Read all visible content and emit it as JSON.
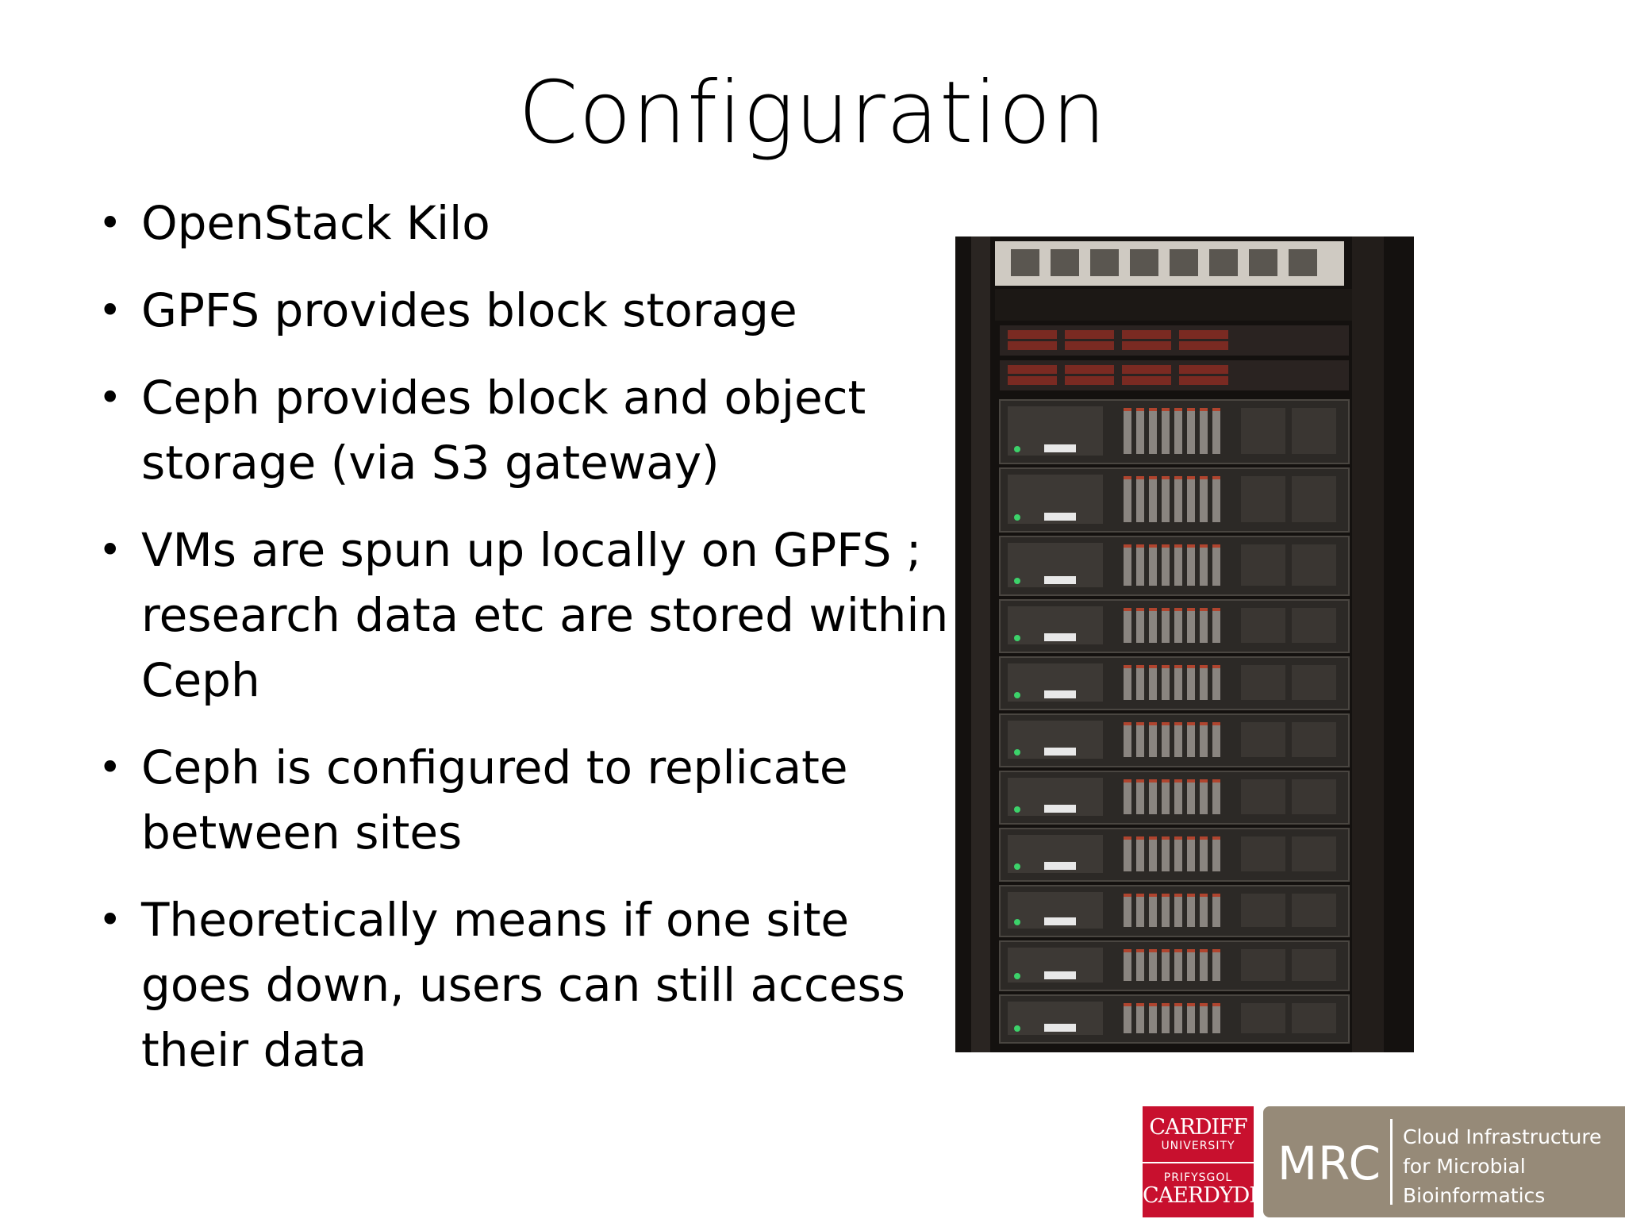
{
  "slide": {
    "title": "Configuration",
    "bullets": [
      "OpenStack Kilo",
      "GPFS provides block storage",
      "Ceph provides block and object storage (via S3 gateway)",
      "VMs are spun up locally on GPFS ; research data etc are stored within Ceph",
      "Ceph is configured to replicate between sites",
      "Theoretically means if one site goes down, users can still access their data"
    ]
  },
  "logos": {
    "cardiff": {
      "line1": "CARDIFF",
      "line2": "UNIVERSITY",
      "line3": "PRIFYSGOL",
      "line4": "CAERDYDD"
    },
    "mrc": {
      "name": "MRC",
      "line1": "Cloud Infrastructure",
      "line2": "for Microbial",
      "line3": "Bioinformatics"
    }
  },
  "colors": {
    "cardiff_red": "#c8102e",
    "mrc_brown": "#968a78"
  }
}
